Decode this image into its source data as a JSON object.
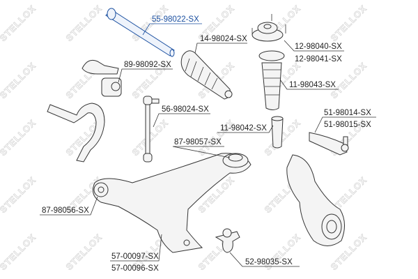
{
  "watermark": "STELLOX",
  "highlight_color": "#1a4fa0",
  "labels": {
    "inner_tie_rod": "55-98022-SX",
    "steering_boot": "14-98024-SX",
    "strut_mount_1": "12-98040-SX",
    "strut_mount_2": "12-98041-SX",
    "stabilizer_bushing": "89-98092-SX",
    "dust_boot": "11-98043-SX",
    "stabilizer_link": "56-98024-SX",
    "bump_stop": "11-98042-SX",
    "tie_rod_end_1": "51-98014-SX",
    "tie_rod_end_2": "51-98015-SX",
    "control_arm_bushing_rear": "87-98057-SX",
    "control_arm_bushing_front": "87-98056-SX",
    "control_arm_1": "57-00097-SX",
    "control_arm_2": "57-00096-SX",
    "ball_joint": "52-98035-SX"
  }
}
